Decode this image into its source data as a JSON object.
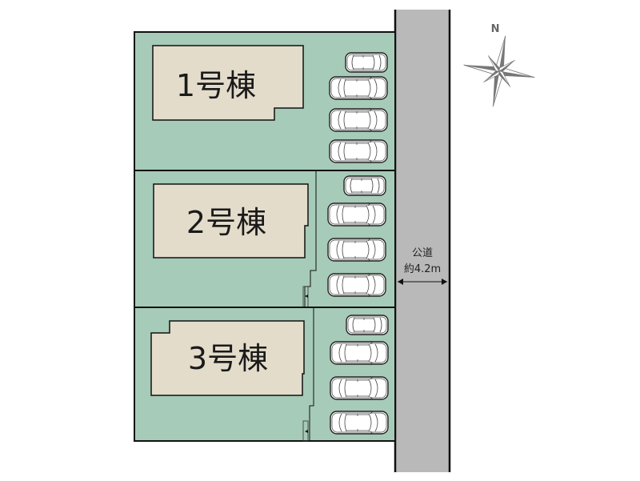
{
  "site_plan": {
    "lots": [
      {
        "id": "lot-1",
        "label": "1号棟",
        "parking_spaces": 4
      },
      {
        "id": "lot-2",
        "label": "2号棟",
        "parking_spaces": 4
      },
      {
        "id": "lot-3",
        "label": "3号棟",
        "parking_spaces": 4
      }
    ],
    "road": {
      "label_line1": "公道",
      "label_line2": "約4.2m"
    },
    "compass": {
      "north_label": "N",
      "icon": "compass-rose-icon"
    },
    "colors": {
      "lot_fill": "#a6cbb8",
      "building_fill": "#e3dccb",
      "road_fill": "#b9b9b9",
      "outline": "#1a1a1a",
      "compass": "#777777"
    }
  }
}
